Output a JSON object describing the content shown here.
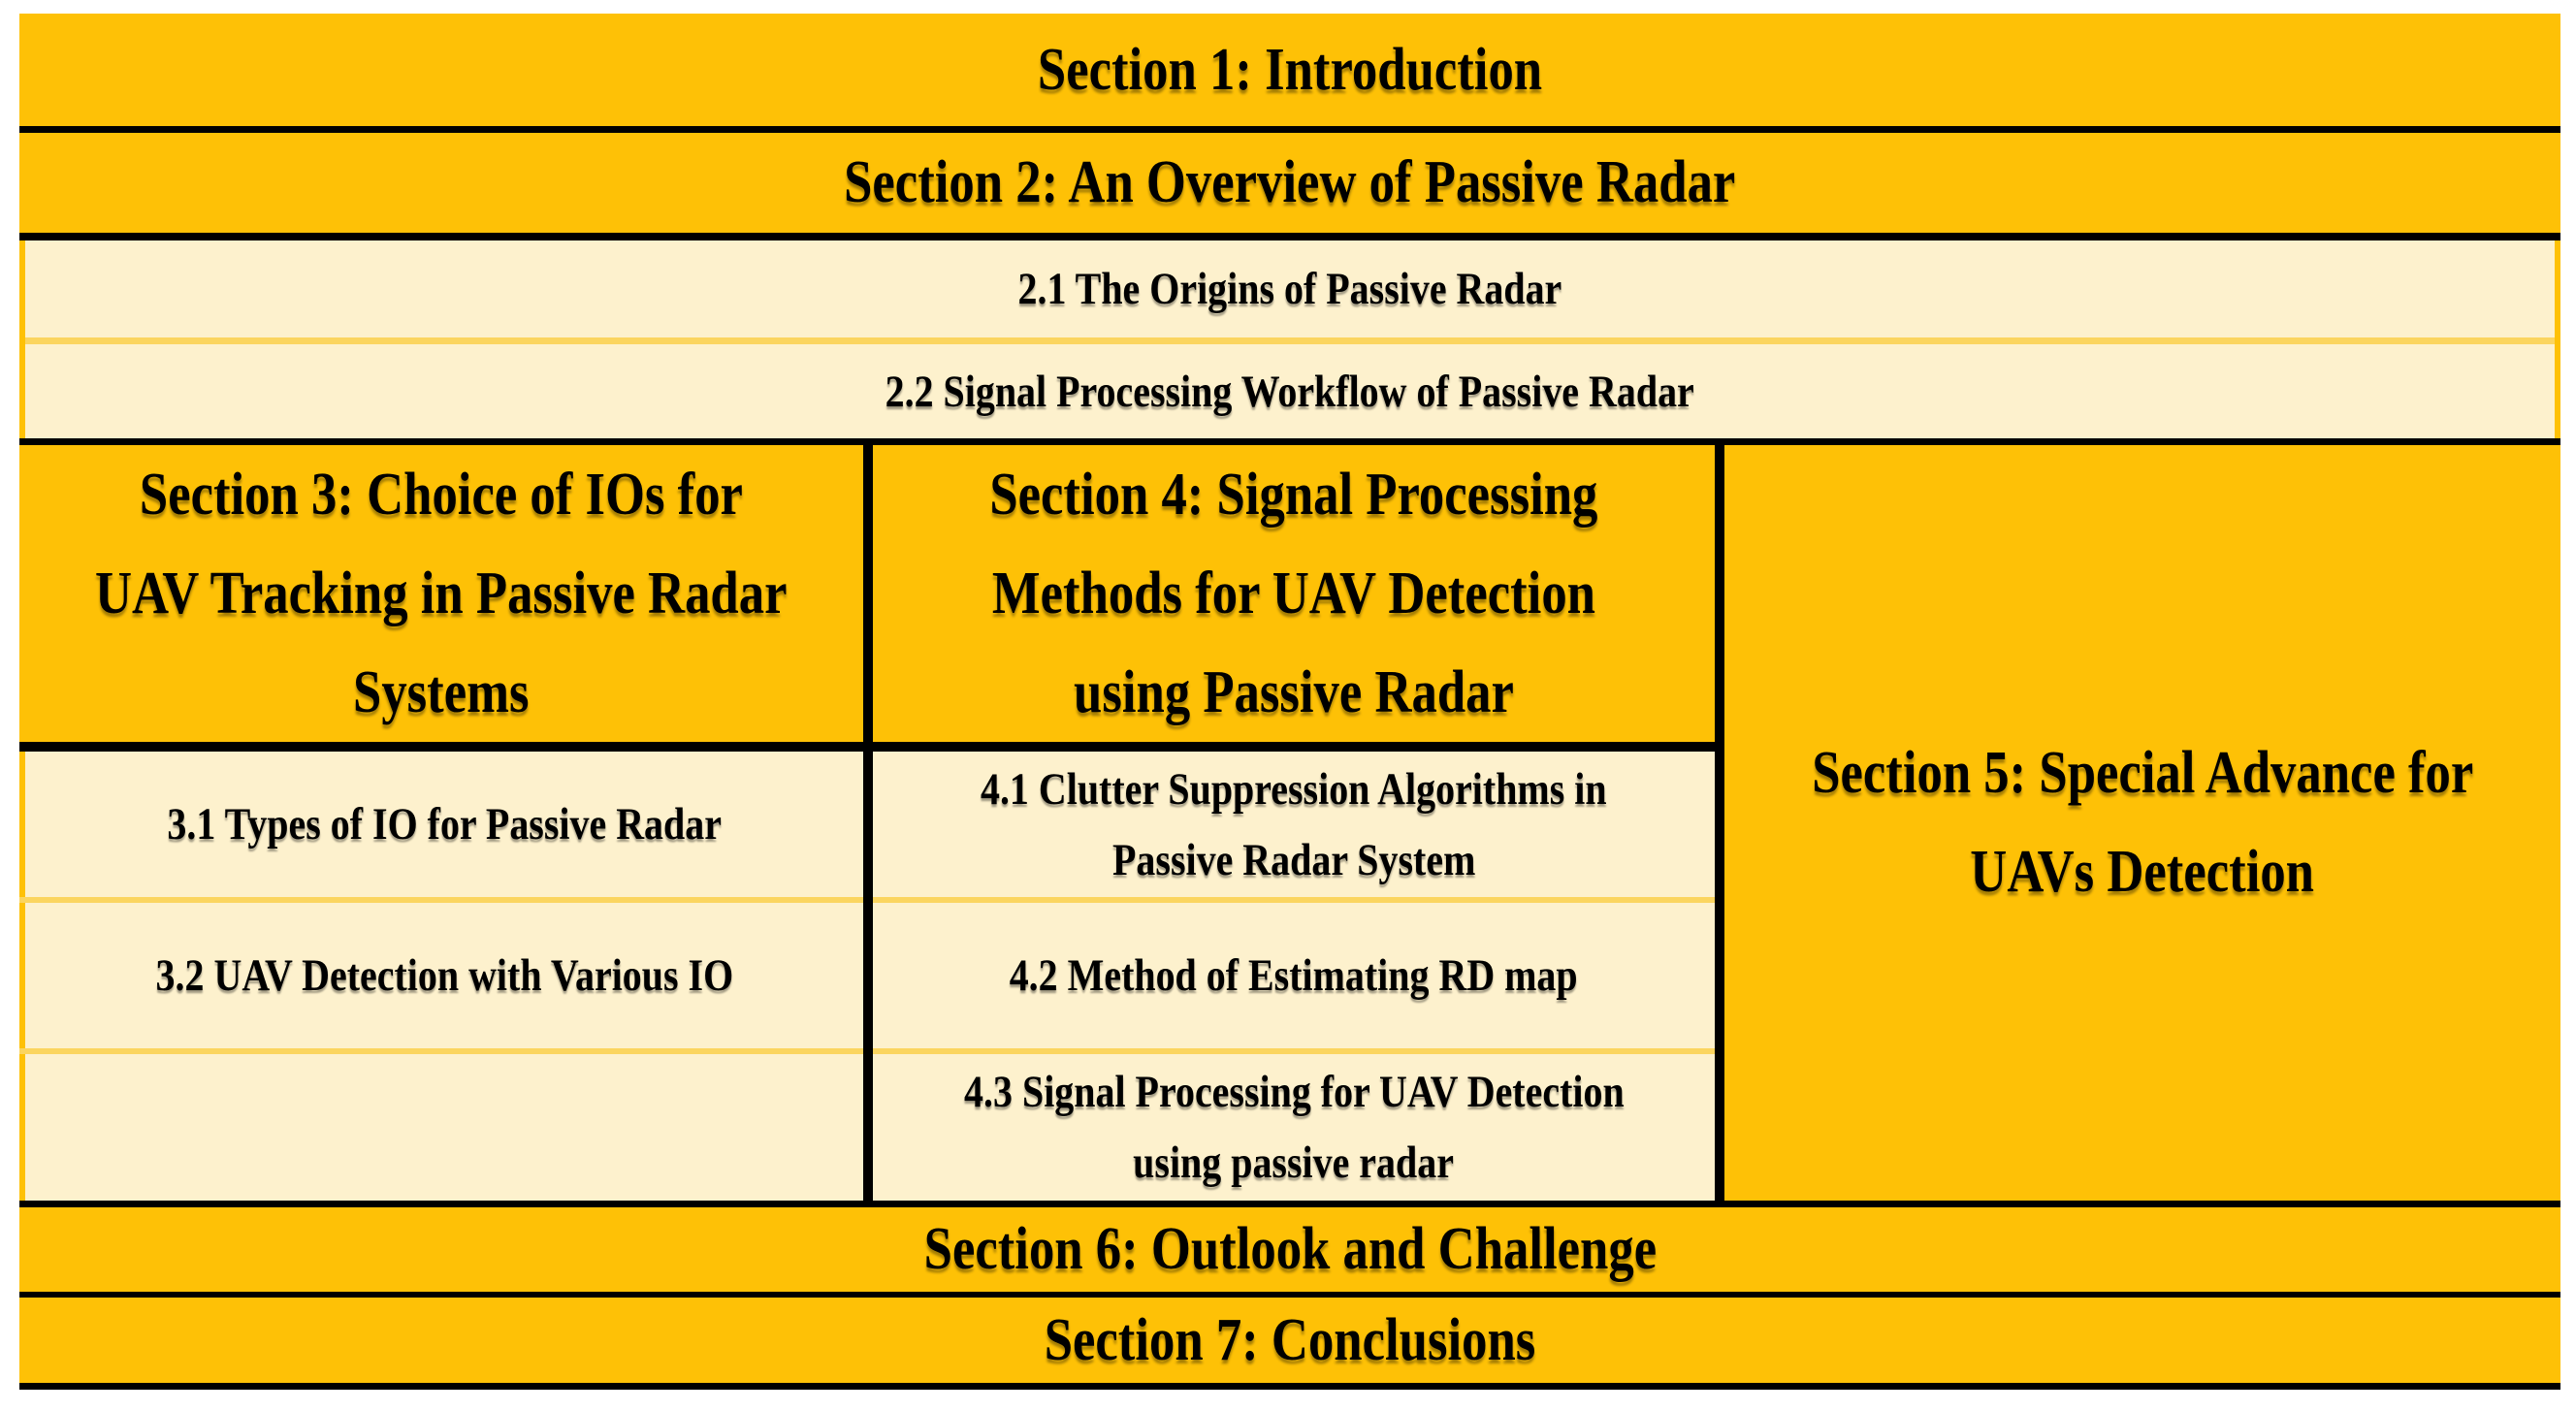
{
  "colors": {
    "amber": "#FEC106",
    "cream": "#FDF1CD",
    "divider_yellow": "#FBD55F",
    "line_black": "#000000",
    "text": "#000000",
    "page_bg": "#FFFFFF"
  },
  "rows": {
    "section1": "Section 1: Introduction",
    "section2": "Section 2: An Overview of Passive Radar",
    "sub21": "2.1 The Origins of Passive Radar",
    "sub22": "2.2 Signal Processing Workflow of Passive Radar",
    "section6": "Section 6: Outlook and Challenge",
    "section7": "Section 7: Conclusions"
  },
  "columns": [
    {
      "header_lines": [
        "Section 3: Choice of IOs for",
        "UAV Tracking in Passive Radar",
        "Systems"
      ],
      "cells": [
        {
          "lines": [
            "3.1 Types of IO for Passive Radar"
          ]
        },
        {
          "lines": [
            "3.2 UAV Detection with Various IO"
          ]
        },
        {
          "lines": [
            ""
          ]
        }
      ]
    },
    {
      "header_lines": [
        "Section 4: Signal Processing",
        "Methods for UAV Detection",
        "using Passive Radar"
      ],
      "cells": [
        {
          "lines": [
            "4.1 Clutter Suppression Algorithms in",
            "Passive Radar System"
          ]
        },
        {
          "lines": [
            "4.2 Method of Estimating RD map"
          ]
        },
        {
          "lines": [
            "4.3 Signal Processing for UAV Detection",
            "using passive radar"
          ]
        }
      ]
    },
    {
      "header_lines": [
        "Section 5: Special Advance for",
        "UAVs Detection"
      ]
    }
  ]
}
